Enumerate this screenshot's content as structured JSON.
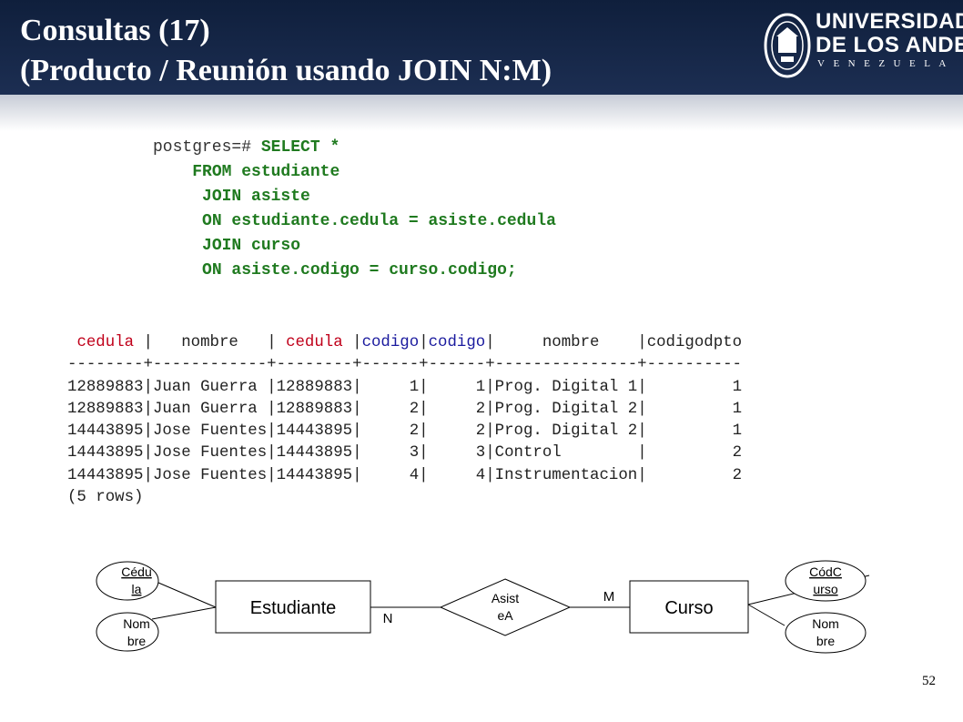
{
  "slide": {
    "title_line1": "Consultas (17)",
    "title_line2": "(Producto / Reunión usando JOIN N:M)",
    "page_number": "52"
  },
  "logo": {
    "line1": "UNIVERSIDAD",
    "line2": "DE LOS ANDES",
    "line3": "VENEZUELA"
  },
  "sql": {
    "prompt": "postgres=#",
    "lines": [
      "SELECT *",
      "FROM estudiante",
      "JOIN asiste",
      "ON estudiante.cedula = asiste.cedula",
      "JOIN curso",
      "ON asiste.codigo = curso.codigo;"
    ]
  },
  "result": {
    "headers": [
      "cedula",
      "nombre",
      "cedula",
      "codigo",
      "codigo",
      "nombre",
      "codigodpto"
    ],
    "separator": "--------+------------+--------+------+------+---------------+----------",
    "rows": [
      [
        "12889883",
        "Juan Guerra",
        "12889883",
        "1",
        "1",
        "Prog. Digital 1",
        "1"
      ],
      [
        "12889883",
        "Juan Guerra",
        "12889883",
        "2",
        "2",
        "Prog. Digital 2",
        "1"
      ],
      [
        "14443895",
        "Jose Fuentes",
        "14443895",
        "2",
        "2",
        "Prog. Digital 2",
        "1"
      ],
      [
        "14443895",
        "Jose Fuentes",
        "14443895",
        "3",
        "3",
        "Control",
        "2"
      ],
      [
        "14443895",
        "Jose Fuentes",
        "14443895",
        "4",
        "4",
        "Instrumentacion",
        "2"
      ]
    ],
    "footer": "(5 rows)"
  },
  "er_diagram": {
    "entity_left": "Estudiante",
    "entity_right": "Curso",
    "relationship_line1": "Asist",
    "relationship_line2": "eA",
    "card_left": "N",
    "card_right": "M",
    "attr_left_top_1": "Cédu",
    "attr_left_top_2": "la",
    "attr_left_bottom_1": "Nom",
    "attr_left_bottom_2": "bre",
    "attr_right_top_1": "CódC",
    "attr_right_top_2": "urso",
    "attr_right_bottom_1": "Nom",
    "attr_right_bottom_2": "bre"
  },
  "colors": {
    "header_bg": "#0f1f3c",
    "keyword": "#1f7a1f",
    "header_red": "#c0001a",
    "header_blue": "#1a1a9e"
  }
}
